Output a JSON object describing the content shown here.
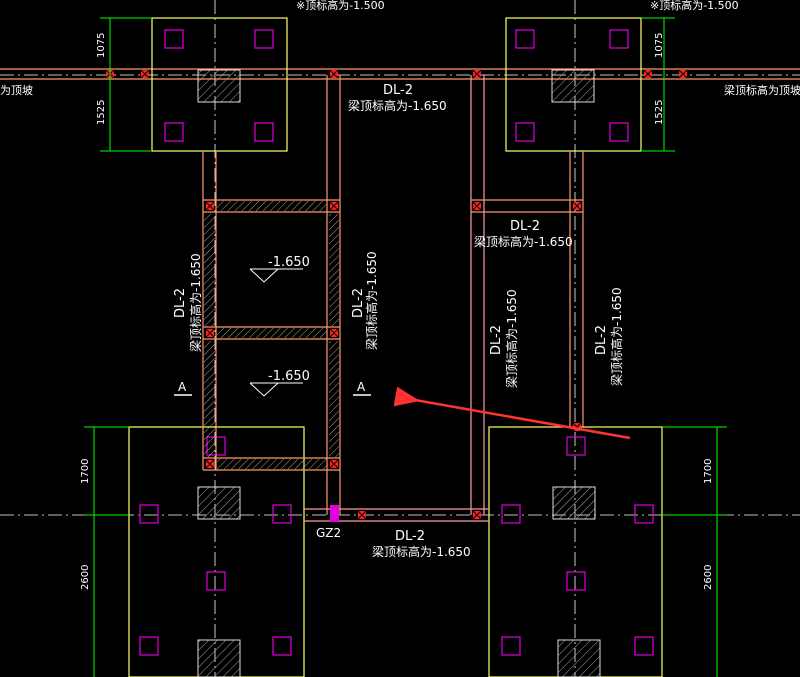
{
  "colors": {
    "background": "#000000",
    "footing": "#ffff66",
    "pile": "#e000e0",
    "beam_orange": "#ff9966",
    "beam_pink": "#ff99aa",
    "rebar_red": "#ff2020",
    "wall_white": "#ffffff",
    "axis": "#ffffff",
    "dimension": "#00ff00",
    "text": "#ffffff",
    "arrow": "#ff3333",
    "hatch": "#aaaaaa"
  },
  "labels": {
    "top_left_cut": "※顶标高为-1.500",
    "top_right_cut": "※顶标高为-1.500",
    "left_edge": "为顶坡",
    "right_edge": "梁顶标高为顶坡",
    "beam_top_center": "DL-2",
    "beam_top_center_elev": "梁顶标高为-1.650",
    "beam_mid_right": "DL-2",
    "beam_mid_right_elev": "梁顶标高为-1.650",
    "beam_vert_left": "DL-2",
    "beam_vert_left_elev": "梁顶标高为-1.650",
    "beam_vert_mid": "DL-2",
    "beam_vert_mid_elev": "梁顶标高为-1.650",
    "beam_vert_r1": "DL-2",
    "beam_vert_r1_elev": "梁顶标高为-1.650",
    "beam_vert_r2": "DL-2",
    "beam_vert_r2_elev": "梁顶标高为-1.650",
    "beam_bottom": "DL-2",
    "beam_bottom_elev": "梁顶标高为-1.650",
    "level_upper": "-1.650",
    "level_lower": "-1.650",
    "section_left": "A",
    "section_right": "A",
    "column_tag": "GZ2"
  },
  "dimensions": {
    "top_left_upper": "1075",
    "top_left_lower": "1525",
    "top_right_upper": "1075",
    "top_right_lower": "1525",
    "bottom_left_upper": "1700",
    "bottom_left_lower": "2600",
    "bottom_right_upper": "1700",
    "bottom_right_lower": "2600"
  }
}
